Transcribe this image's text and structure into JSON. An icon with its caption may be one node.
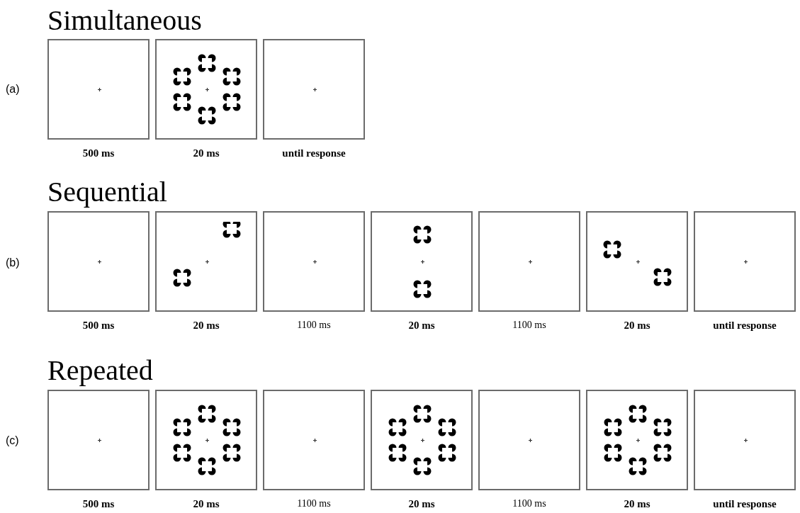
{
  "diagram": {
    "nodes": [
      {
        "text": [],
        "shape": "box",
        "beside": [
          "500 ms"
        ]
      },
      {
        "text": [],
        "shape": "box",
        "beside": [
          "20 ms"
        ]
      },
      {
        "text": [],
        "shape": "box",
        "beside": [
          "until response"
        ]
      },
      {
        "text": [],
        "shape": "box",
        "beside": [
          "500 ms"
        ]
      },
      {
        "text": [],
        "shape": "box",
        "beside": [
          "20 ms"
        ]
      },
      {
        "text": [],
        "shape": "box",
        "beside": [
          "1100 ms"
        ]
      },
      {
        "text": [],
        "shape": "box",
        "beside": [
          "20 ms"
        ]
      },
      {
        "text": [],
        "shape": "box",
        "beside": [
          "1100 ms"
        ]
      },
      {
        "text": [],
        "shape": "box",
        "beside": [
          "20 ms"
        ]
      },
      {
        "text": [],
        "shape": "box",
        "beside": [
          "until response"
        ]
      },
      {
        "text": [],
        "shape": "box",
        "beside": [
          "500 ms"
        ]
      },
      {
        "text": [],
        "shape": "box",
        "beside": [
          "20 ms"
        ]
      },
      {
        "text": [],
        "shape": "box",
        "beside": [
          "1100 ms"
        ]
      },
      {
        "text": [],
        "shape": "box",
        "beside": [
          "20 ms"
        ]
      },
      {
        "text": [],
        "shape": "box",
        "beside": [
          "1100 ms"
        ]
      },
      {
        "text": [],
        "shape": "box",
        "beside": [
          "20 ms"
        ]
      },
      {
        "text": [],
        "shape": "box",
        "beside": [
          "until response"
        ]
      }
    ],
    "labels": [
      "Simultaneous",
      "(a)",
      "Sequential",
      "(b)",
      "Repeated",
      "(c)"
    ]
  }
}
